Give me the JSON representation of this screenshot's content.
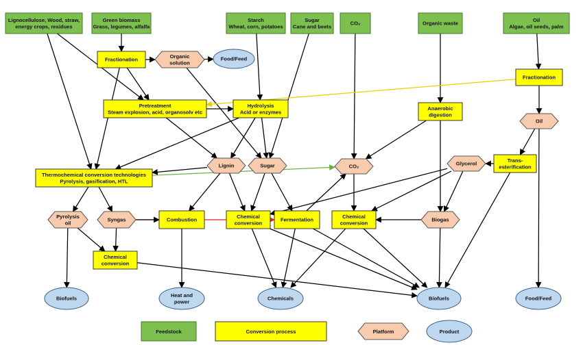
{
  "colors": {
    "feedstock": "#7ec050",
    "feedstock_border": "#3e7a25",
    "process": "#ffff00",
    "process_border": "#333333",
    "platform": "#f8cbad",
    "platform_border": "#555555",
    "product": "#bdd7ee",
    "product_border": "#3a5f8f",
    "edge_default": "#000000",
    "edge_yellow": "#e8d000",
    "edge_green": "#70ad47",
    "edge_red": "#e02020"
  },
  "nodes": {
    "ligno": {
      "type": "feedstock",
      "lines": [
        "Lignocellulose, Wood, straw,",
        "energy crops, residues"
      ]
    },
    "greenbio": {
      "type": "feedstock",
      "lines": [
        "Green biomass",
        "Grass, legumes, alfalfa"
      ]
    },
    "starch": {
      "type": "feedstock",
      "lines": [
        "Starch",
        "Wheat, corn, potatoes"
      ]
    },
    "sugarfs": {
      "type": "feedstock",
      "lines": [
        "Sugar",
        "Cane and beets"
      ]
    },
    "co2fs": {
      "type": "feedstock",
      "lines": [
        "CO₂"
      ]
    },
    "orgwaste": {
      "type": "feedstock",
      "lines": [
        "Organic waste"
      ]
    },
    "oilfs": {
      "type": "feedstock",
      "lines": [
        "Oil",
        "Algae, oil seeds, palm"
      ]
    },
    "fract1": {
      "type": "process",
      "lines": [
        "Fractionation"
      ]
    },
    "orgsol": {
      "type": "platform",
      "lines": [
        "Organic",
        "solution"
      ]
    },
    "foodfeed1": {
      "type": "product",
      "lines": [
        "Food/Feed"
      ]
    },
    "fract2": {
      "type": "process",
      "lines": [
        "Fractionation"
      ]
    },
    "pretreat": {
      "type": "process",
      "lines": [
        "Pretreatment",
        "Steam explosion, acid, organosolv etc"
      ]
    },
    "hydro": {
      "type": "process",
      "lines": [
        "Hydrolysis",
        "Acid or enzymes"
      ]
    },
    "anaer": {
      "type": "process",
      "lines": [
        "Anaerobic",
        "digestion"
      ]
    },
    "oilp": {
      "type": "platform",
      "lines": [
        "Oil"
      ]
    },
    "thermo": {
      "type": "process",
      "lines": [
        "Thermochemical conversion technologies",
        "Pyrolysis, gasification, HTL"
      ]
    },
    "lignin": {
      "type": "platform",
      "lines": [
        "Lignin"
      ]
    },
    "sugarp": {
      "type": "platform",
      "lines": [
        "Sugar"
      ]
    },
    "co2p": {
      "type": "platform",
      "lines": [
        "CO₂"
      ]
    },
    "glycerol": {
      "type": "platform",
      "lines": [
        "Glycerol"
      ]
    },
    "transest": {
      "type": "process",
      "lines": [
        "Trans-",
        "esterification"
      ]
    },
    "pyroil": {
      "type": "platform",
      "lines": [
        "Pyrolysis",
        "oil"
      ]
    },
    "syngas": {
      "type": "platform",
      "lines": [
        "Syngas"
      ]
    },
    "combust": {
      "type": "process",
      "lines": [
        "Combustion"
      ]
    },
    "chemconv1": {
      "type": "process",
      "lines": [
        "Chemical",
        "conversion"
      ]
    },
    "ferment": {
      "type": "process",
      "lines": [
        "Fermentation"
      ]
    },
    "chemconv2": {
      "type": "process",
      "lines": [
        "Chemical",
        "conversion"
      ]
    },
    "biogas": {
      "type": "platform",
      "lines": [
        "Biogas"
      ]
    },
    "chemconv3": {
      "type": "process",
      "lines": [
        "Chemical",
        "conversion"
      ]
    },
    "biofuels1": {
      "type": "product",
      "lines": [
        "Biofuels"
      ]
    },
    "heatpower": {
      "type": "product",
      "lines": [
        "Heat and",
        "power"
      ]
    },
    "chemicals": {
      "type": "product",
      "lines": [
        "Chemicals"
      ]
    },
    "biofuels2": {
      "type": "product",
      "lines": [
        "Biofuels"
      ]
    },
    "foodfeed2": {
      "type": "product",
      "lines": [
        "Food/Feed"
      ]
    }
  },
  "edges": [
    {
      "from": "ligno",
      "to": "pretreat"
    },
    {
      "from": "ligno",
      "to": "thermo"
    },
    {
      "from": "greenbio",
      "to": "fract1"
    },
    {
      "from": "fract1",
      "to": "orgsol"
    },
    {
      "from": "orgsol",
      "to": "foodfeed1"
    },
    {
      "from": "fract1",
      "to": "pretreat"
    },
    {
      "from": "fract1",
      "to": "thermo"
    },
    {
      "from": "orgsol",
      "to": "sugarp"
    },
    {
      "from": "starch",
      "to": "hydro"
    },
    {
      "from": "sugarfs",
      "to": "sugarp"
    },
    {
      "from": "pretreat",
      "to": "hydro"
    },
    {
      "from": "pretreat",
      "to": "lignin"
    },
    {
      "from": "hydro",
      "to": "lignin"
    },
    {
      "from": "hydro",
      "to": "sugarp"
    },
    {
      "from": "hydro",
      "to": "thermo"
    },
    {
      "from": "co2fs",
      "to": "co2p"
    },
    {
      "from": "orgwaste",
      "to": "anaer"
    },
    {
      "from": "anaer",
      "to": "co2p"
    },
    {
      "from": "anaer",
      "to": "biogas"
    },
    {
      "from": "oilfs",
      "to": "fract2"
    },
    {
      "from": "fract2",
      "to": "pretreat",
      "style": "yellow"
    },
    {
      "from": "fract2",
      "to": "oilp"
    },
    {
      "from": "oilp",
      "to": "transest"
    },
    {
      "from": "oilp",
      "to": "foodfeed2"
    },
    {
      "from": "transest",
      "to": "glycerol"
    },
    {
      "from": "transest",
      "to": "biofuels2"
    },
    {
      "from": "glycerol",
      "to": "chemconv3"
    },
    {
      "from": "glycerol",
      "to": "biogas"
    },
    {
      "from": "thermo",
      "to": "co2p",
      "style": "green"
    },
    {
      "from": "thermo",
      "to": "pyroil"
    },
    {
      "from": "thermo",
      "to": "syngas"
    },
    {
      "from": "lignin",
      "to": "thermo"
    },
    {
      "from": "lignin",
      "to": "combust"
    },
    {
      "from": "lignin",
      "to": "chemconv2"
    },
    {
      "from": "sugarp",
      "to": "chemconv2"
    },
    {
      "from": "sugarp",
      "to": "ferment"
    },
    {
      "from": "syngas",
      "to": "ferment",
      "style": "red"
    },
    {
      "from": "syngas",
      "to": "combust"
    },
    {
      "from": "syngas",
      "to": "chemconv1"
    },
    {
      "from": "pyroil",
      "to": "chemconv1"
    },
    {
      "from": "pyroil",
      "to": "biofuels1"
    },
    {
      "from": "combust",
      "to": "heatpower"
    },
    {
      "from": "chemconv1",
      "to": "biofuels2"
    },
    {
      "from": "ferment",
      "to": "co2p"
    },
    {
      "from": "co2p",
      "to": "chemconv3"
    },
    {
      "from": "biogas",
      "to": "chemconv3"
    },
    {
      "from": "biogas",
      "to": "biofuels2"
    },
    {
      "from": "chemconv2",
      "to": "chemicals"
    },
    {
      "from": "chemconv2",
      "to": "biofuels2"
    },
    {
      "from": "ferment",
      "to": "chemicals"
    },
    {
      "from": "ferment",
      "to": "biofuels2"
    },
    {
      "from": "chemconv3",
      "to": "chemicals"
    },
    {
      "from": "chemconv3",
      "to": "biofuels2"
    },
    {
      "from": "glycerol",
      "to": "chemconv2"
    }
  ],
  "legend": [
    {
      "type": "feedstock",
      "label": "Feedstock"
    },
    {
      "type": "process",
      "label": "Conversion process"
    },
    {
      "type": "platform",
      "label": "Platform"
    },
    {
      "type": "product",
      "label": "Product"
    }
  ]
}
